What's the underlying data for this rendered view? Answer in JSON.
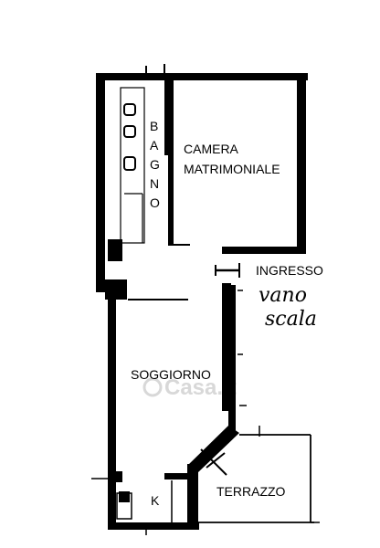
{
  "rooms": {
    "bagno": "BAGNO",
    "camera_line1": "CAMERA",
    "camera_line2": "MATRIMONIALE",
    "ingresso": "INGRESSO",
    "soggiorno": "SOGGIORNO",
    "terrazzo": "TERRAZZO",
    "cucina": "K"
  },
  "annotations": {
    "handwritten_line1": "vano",
    "handwritten_line2": "scala"
  },
  "watermark": "Casa.it",
  "colors": {
    "wall": "#000000",
    "background": "#ffffff",
    "watermark": "#d8d8d8"
  }
}
